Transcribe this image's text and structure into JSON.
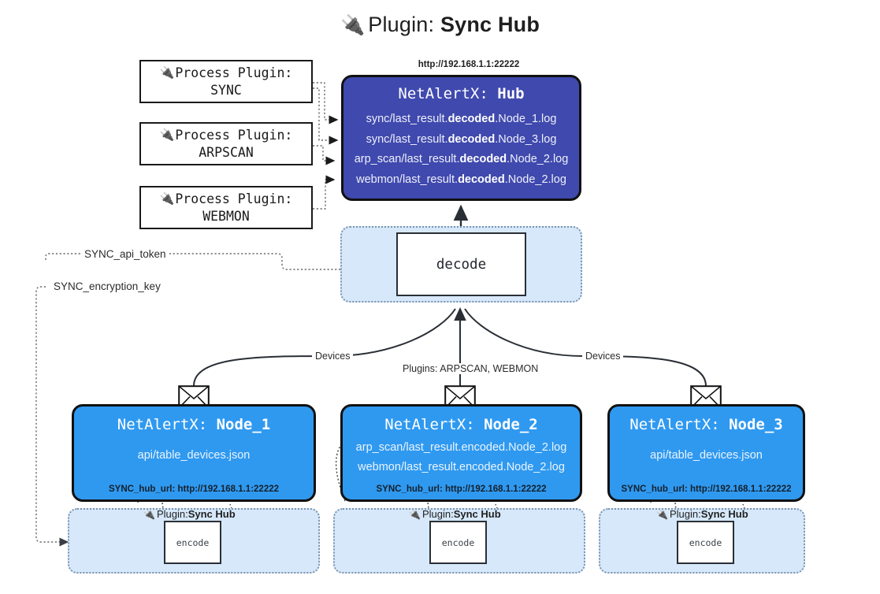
{
  "title": {
    "icon": "🔌",
    "prefix": "Plugin: ",
    "name": "Sync Hub"
  },
  "process_plugins": [
    {
      "icon": "🔌",
      "heading": "Process Plugin:",
      "name": "SYNC"
    },
    {
      "icon": "🔌",
      "heading": "Process Plugin:",
      "name": "ARPSCAN"
    },
    {
      "icon": "🔌",
      "heading": "Process Plugin:",
      "name": "WEBMON"
    }
  ],
  "hub": {
    "url": "http://192.168.1.1:22222",
    "title_prefix": "NetAlertX: ",
    "title_name": "Hub",
    "color": "#4049ad",
    "loglines": [
      {
        "pre": "sync/last_result.",
        "strong": "decoded",
        "post": ".Node_1.log"
      },
      {
        "pre": "sync/last_result.",
        "strong": "decoded",
        "post": ".Node_3.log"
      },
      {
        "pre": "arp_scan/last_result.",
        "strong": "decoded",
        "post": ".Node_2.log"
      },
      {
        "pre": "webmon/last_result.",
        "strong": "decoded",
        "post": ".Node_2.log"
      }
    ]
  },
  "decode": {
    "label": "decode",
    "container_color": "#d6e8fa"
  },
  "keys": {
    "api_token": "SYNC_api_token",
    "encryption_key": "SYNC_encryption_key"
  },
  "edge_labels": {
    "devices_left": "Devices",
    "plugins_center": "Plugins: ARPSCAN, WEBMON",
    "devices_right": "Devices"
  },
  "nodes": [
    {
      "title_prefix": "NetAlertX: ",
      "title_name": "Node_1",
      "color": "#2f99f0",
      "lines": [
        "api/table_devices.json"
      ],
      "hub_url": "SYNC_hub_url: http://192.168.1.1:22222"
    },
    {
      "title_prefix": "NetAlertX: ",
      "title_name": "Node_2",
      "color": "#2f99f0",
      "lines": [
        "arp_scan/last_result.encoded.Node_2.log",
        "webmon/last_result.encoded.Node_2.log"
      ],
      "hub_url": "SYNC_hub_url: http://192.168.1.1:22222"
    },
    {
      "title_prefix": "NetAlertX: ",
      "title_name": "Node_3",
      "color": "#2f99f0",
      "lines": [
        "api/table_devices.json"
      ],
      "hub_url": "SYNC_hub_url: http://192.168.1.1:22222"
    }
  ],
  "plugin_sections": [
    {
      "icon": "🔌",
      "prefix": "Plugin: ",
      "name": "Sync Hub",
      "encode_label": "encode"
    },
    {
      "icon": "🔌",
      "prefix": "Plugin: ",
      "name": "Sync Hub",
      "encode_label": "encode"
    },
    {
      "icon": "🔌",
      "prefix": "Plugin: ",
      "name": "Sync Hub",
      "encode_label": "encode"
    }
  ]
}
